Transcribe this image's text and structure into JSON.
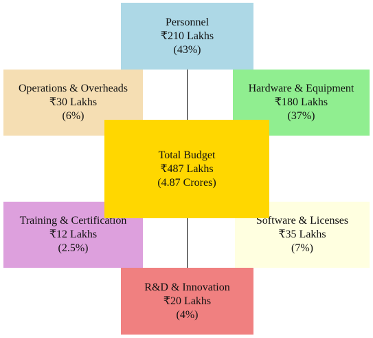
{
  "diagram": {
    "center": {
      "line1": "Total Budget",
      "line2": "₹487 Lakhs",
      "line3": "(4.87 Crores)",
      "color": "#FFD700"
    },
    "nodes": {
      "personnel": {
        "line1": "Personnel",
        "line2": "₹210 Lakhs",
        "line3": "(43%)",
        "color": "#ADD8E6"
      },
      "hardware": {
        "line1": "Hardware & Equipment",
        "line2": "₹180 Lakhs",
        "line3": "(37%)",
        "color": "#90EE90"
      },
      "operations": {
        "line1": "Operations & Overheads",
        "line2": "₹30 Lakhs",
        "line3": "(6%)",
        "color": "#F5DEB3"
      },
      "software": {
        "line1": "Software & Licenses",
        "line2": "₹35 Lakhs",
        "line3": "(7%)",
        "color": "#FFFFE0"
      },
      "training": {
        "line1": "Training & Certification",
        "line2": "₹12 Lakhs",
        "line3": "(2.5%)",
        "color": "#DDA0DD"
      },
      "rnd": {
        "line1": "R&D & Innovation",
        "line2": "₹20 Lakhs",
        "line3": "(4%)",
        "color": "#F08080"
      }
    },
    "connector_color": "#000000"
  }
}
